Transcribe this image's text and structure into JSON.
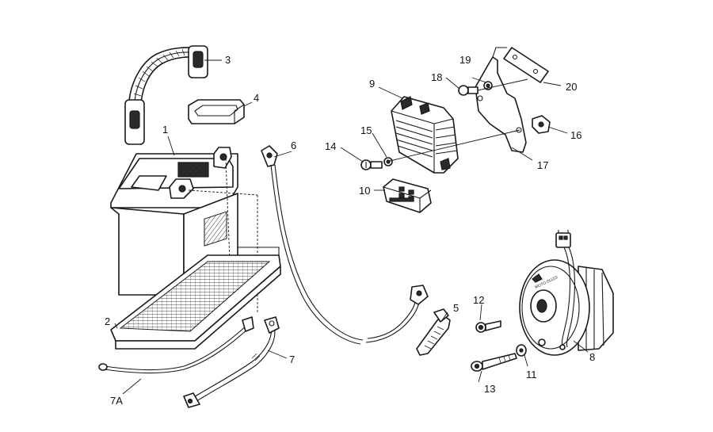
{
  "callouts": {
    "n1": "1",
    "n2": "2",
    "n3": "3",
    "n4": "4",
    "n5": "5",
    "n6": "6",
    "n7": "7",
    "n7a": "7A",
    "n8": "8",
    "n9": "9",
    "n10": "10",
    "n11": "11",
    "n12": "12",
    "n13": "13",
    "n14": "14",
    "n15": "15",
    "n16": "16",
    "n17": "17",
    "n18": "18",
    "n19": "19",
    "n20": "20"
  },
  "logos": {
    "alternator_badge": "MOTO GUZZI"
  }
}
